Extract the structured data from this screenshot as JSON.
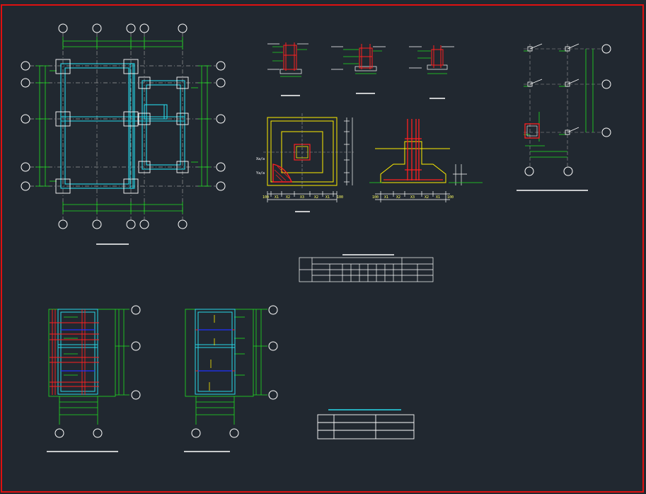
{
  "colors": {
    "background": "#212830",
    "frame": "#e01010",
    "axis_bubble": "#ffffff",
    "dimension": "#20e020",
    "beam": "#28d8e8",
    "grid_line": "#9a9a9a",
    "rebar": "#ff2020",
    "outline": "#ffee00",
    "rebar_blue": "#2030ff",
    "title_line": "#28d8e8"
  },
  "footing_plan_labels": {
    "left": "Xa/a",
    "bottom": "Ya/a"
  },
  "dim_labels_footing": [
    "100",
    "X1",
    "X2",
    "X3",
    "X2",
    "X1",
    "100"
  ],
  "dim_labels_section": [
    "100",
    "X1",
    "X2",
    "X3",
    "X2",
    "X1",
    "100"
  ]
}
